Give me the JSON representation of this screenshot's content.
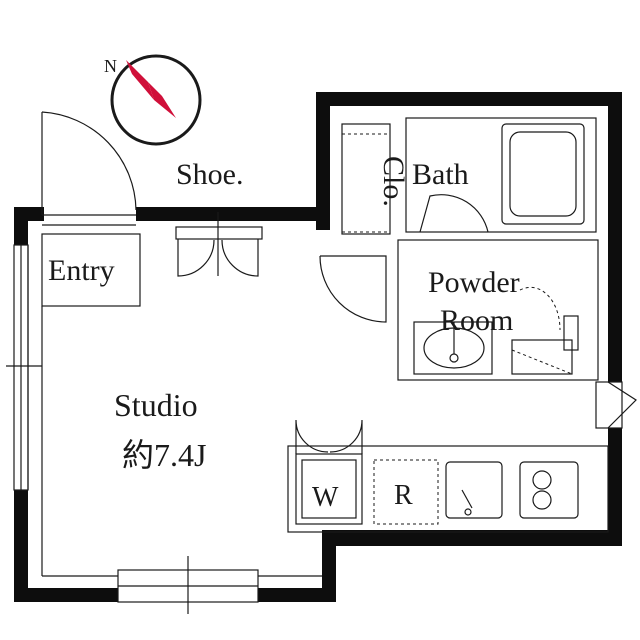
{
  "rooms": {
    "entry": "Entry",
    "shoe": "Shoe.",
    "closet": "Clo.",
    "bath": "Bath",
    "powder_line1": "Powder",
    "powder_line2": "Room",
    "studio": "Studio",
    "studio_area": "約7.4J"
  },
  "appliances": {
    "washer": "W",
    "fridge": "R"
  },
  "compass": {
    "north_label": "N"
  },
  "colors": {
    "wall": "#0d0d0d",
    "line": "#1a1a1a",
    "compass_north": "#d0103a"
  }
}
